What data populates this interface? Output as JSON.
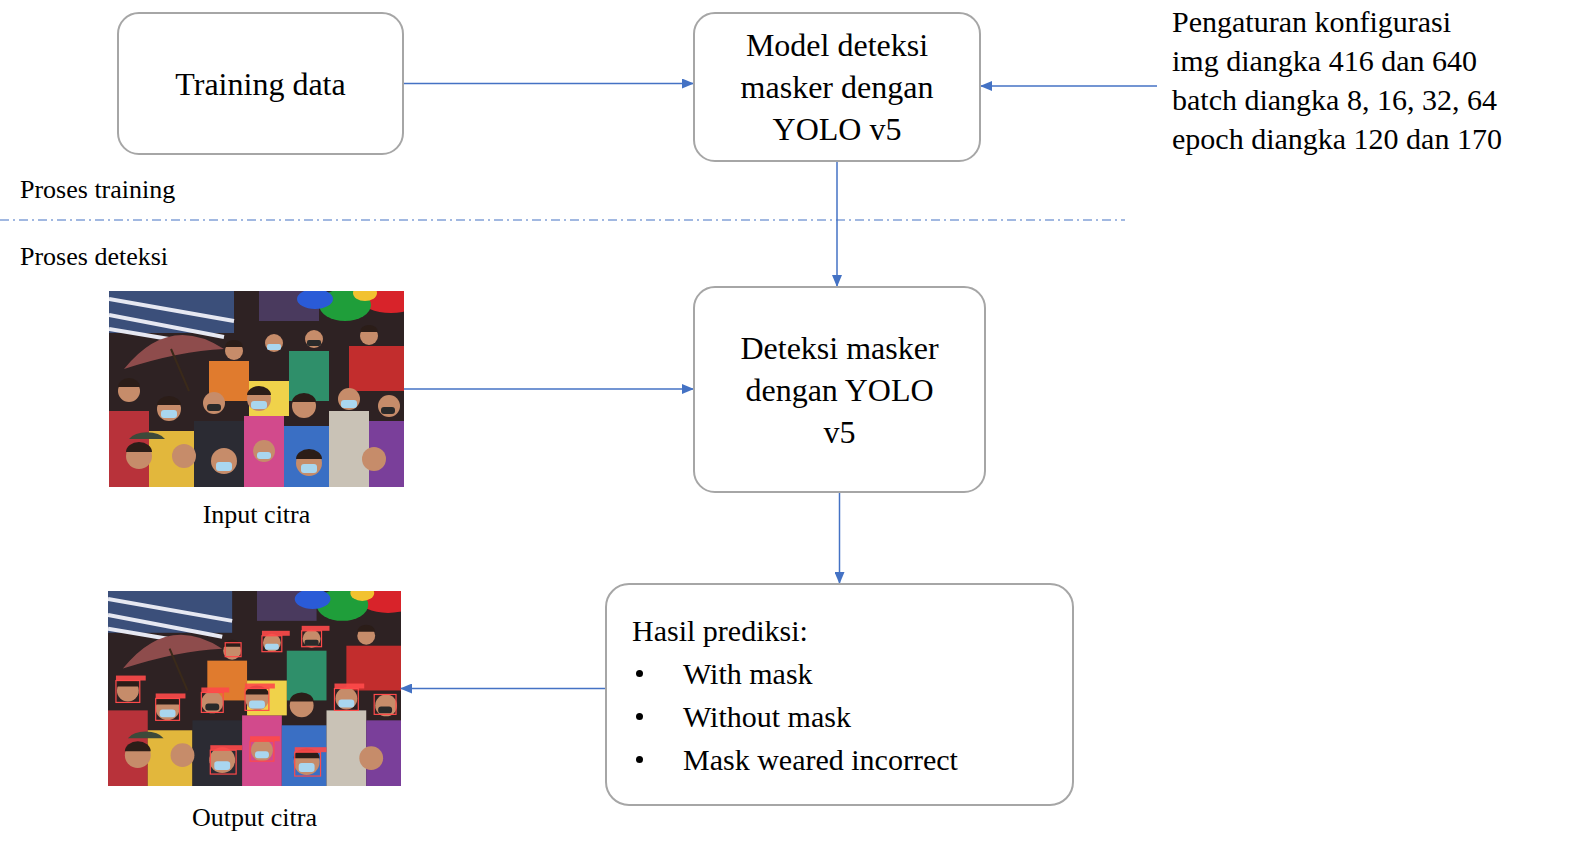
{
  "diagram": {
    "nodes": [
      {
        "text": [
          "Training data"
        ]
      },
      {
        "text": [
          "Model deteksi masker dengan YOLO v5"
        ]
      },
      {
        "text": [
          "Pengaturan konfigurasi",
          "img diangka 416 dan 640",
          "batch diangka 8, 16, 32, 64",
          "epoch diangka 120 dan 170"
        ]
      },
      {
        "text": [
          "Input citra"
        ]
      },
      {
        "text": [
          "Deteksi masker dengan YOLO v5"
        ]
      },
      {
        "text": [
          "Output citra"
        ]
      },
      {
        "text": [
          "Hasil prediksi:",
          "With mask",
          "Without mask",
          "Mask weared incorrect"
        ]
      }
    ],
    "edges": [
      {
        "from": 0,
        "to": 1,
        "arrow": "to"
      },
      {
        "from": 2,
        "to": 1,
        "arrow": "to"
      },
      {
        "from": 1,
        "to": 4,
        "arrow": "to"
      },
      {
        "from": 3,
        "to": 4,
        "arrow": "to"
      },
      {
        "from": 4,
        "to": 6,
        "arrow": "to"
      },
      {
        "from": 6,
        "to": 5,
        "arrow": "to"
      }
    ],
    "labels": [
      "Proses training",
      "Proses deteksi"
    ]
  }
}
